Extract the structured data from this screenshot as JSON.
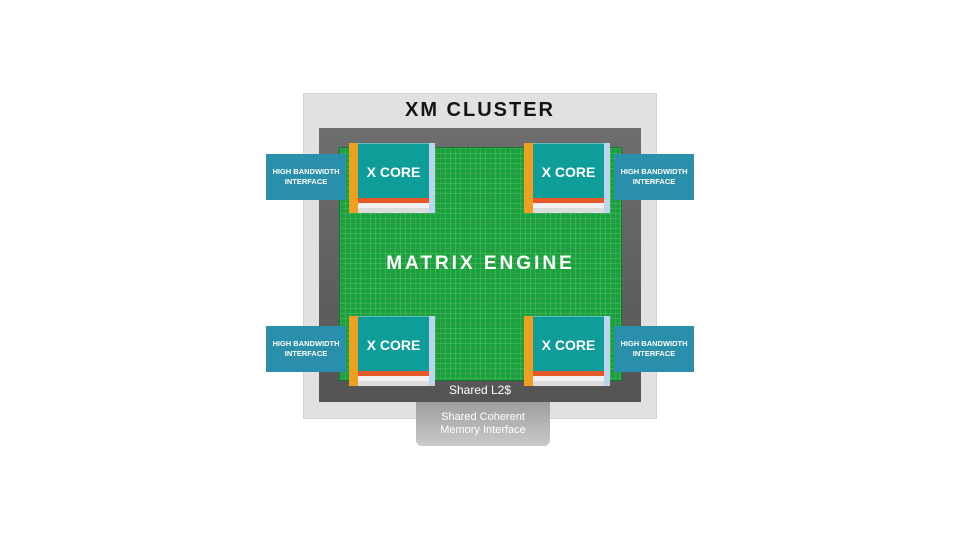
{
  "cluster": {
    "title": "XM CLUSTER",
    "shared_l2": "Shared L2$",
    "memory_interface": "Shared Coherent\nMemory Interface"
  },
  "matrix_engine": {
    "label": "MATRIX ENGINE"
  },
  "cores": [
    {
      "label": "X CORE"
    },
    {
      "label": "X CORE"
    },
    {
      "label": "X CORE"
    },
    {
      "label": "X CORE"
    }
  ],
  "interfaces": [
    {
      "label": "HIGH BANDWIDTH\nINTERFACE"
    },
    {
      "label": "HIGH BANDWIDTH\nINTERFACE"
    },
    {
      "label": "HIGH BANDWIDTH\nINTERFACE"
    },
    {
      "label": "HIGH BANDWIDTH\nINTERFACE"
    }
  ],
  "colors": {
    "matrix_green": "#19a23b",
    "core_teal": "#0f9d9a",
    "interface_blue": "#2a8faa",
    "core_orange_bar": "#f0a020",
    "core_red_bar": "#e65a2a"
  }
}
